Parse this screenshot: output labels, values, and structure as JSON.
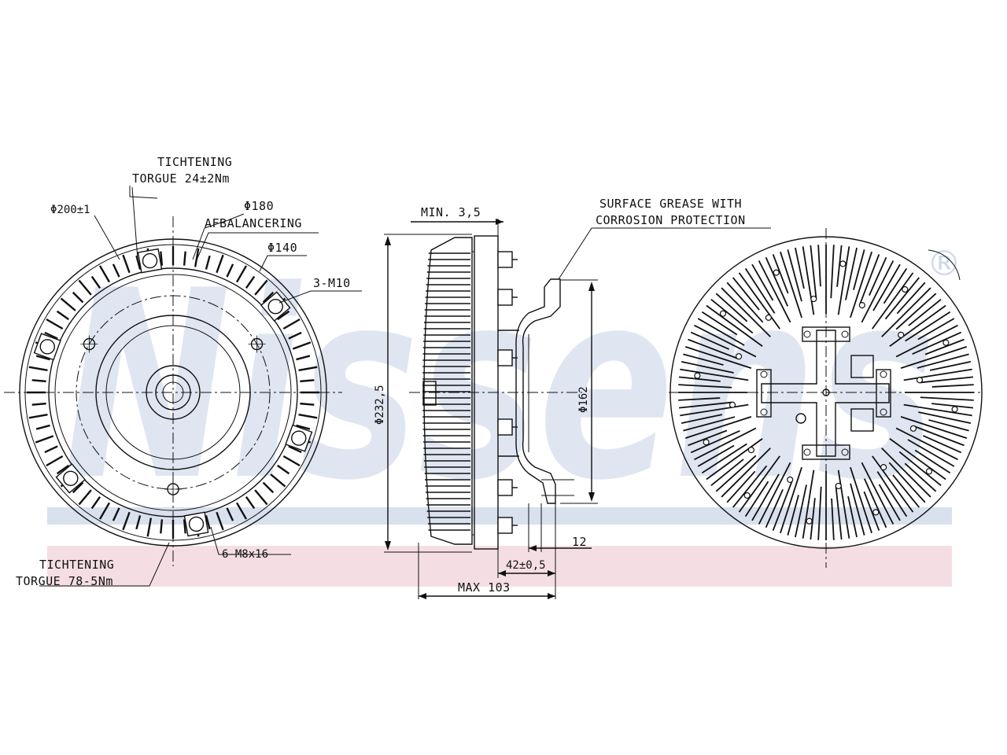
{
  "watermark": {
    "text": "Nissens",
    "registered_mark": "®",
    "blue": "#b9c7e0",
    "pink": "#f2d3da"
  },
  "front_view": {
    "torque_top_line1": "TICHTENING",
    "torque_top_line2": "TORGUE 24±2Nm",
    "dia_200": "Φ200±1",
    "dia_180": "Φ180",
    "afbalancering": "AFBALANCERING",
    "dia_140": "Φ140",
    "thread_3m10": "3-M10",
    "bolts_6m8": "6-M8x16",
    "torque_bottom_line1": "TICHTENING",
    "torque_bottom_line2": "TORGUE 78-5Nm"
  },
  "side_view": {
    "min_35": "MIN. 3,5",
    "dia_2325": "Φ232,5",
    "dia_162": "Φ162",
    "dim_12": "12",
    "dim_42": "42±0,5",
    "max_103": "MAX 103",
    "surface_line1": "SURFACE GREASE WITH",
    "surface_line2": "CORROSION PROTECTION"
  }
}
